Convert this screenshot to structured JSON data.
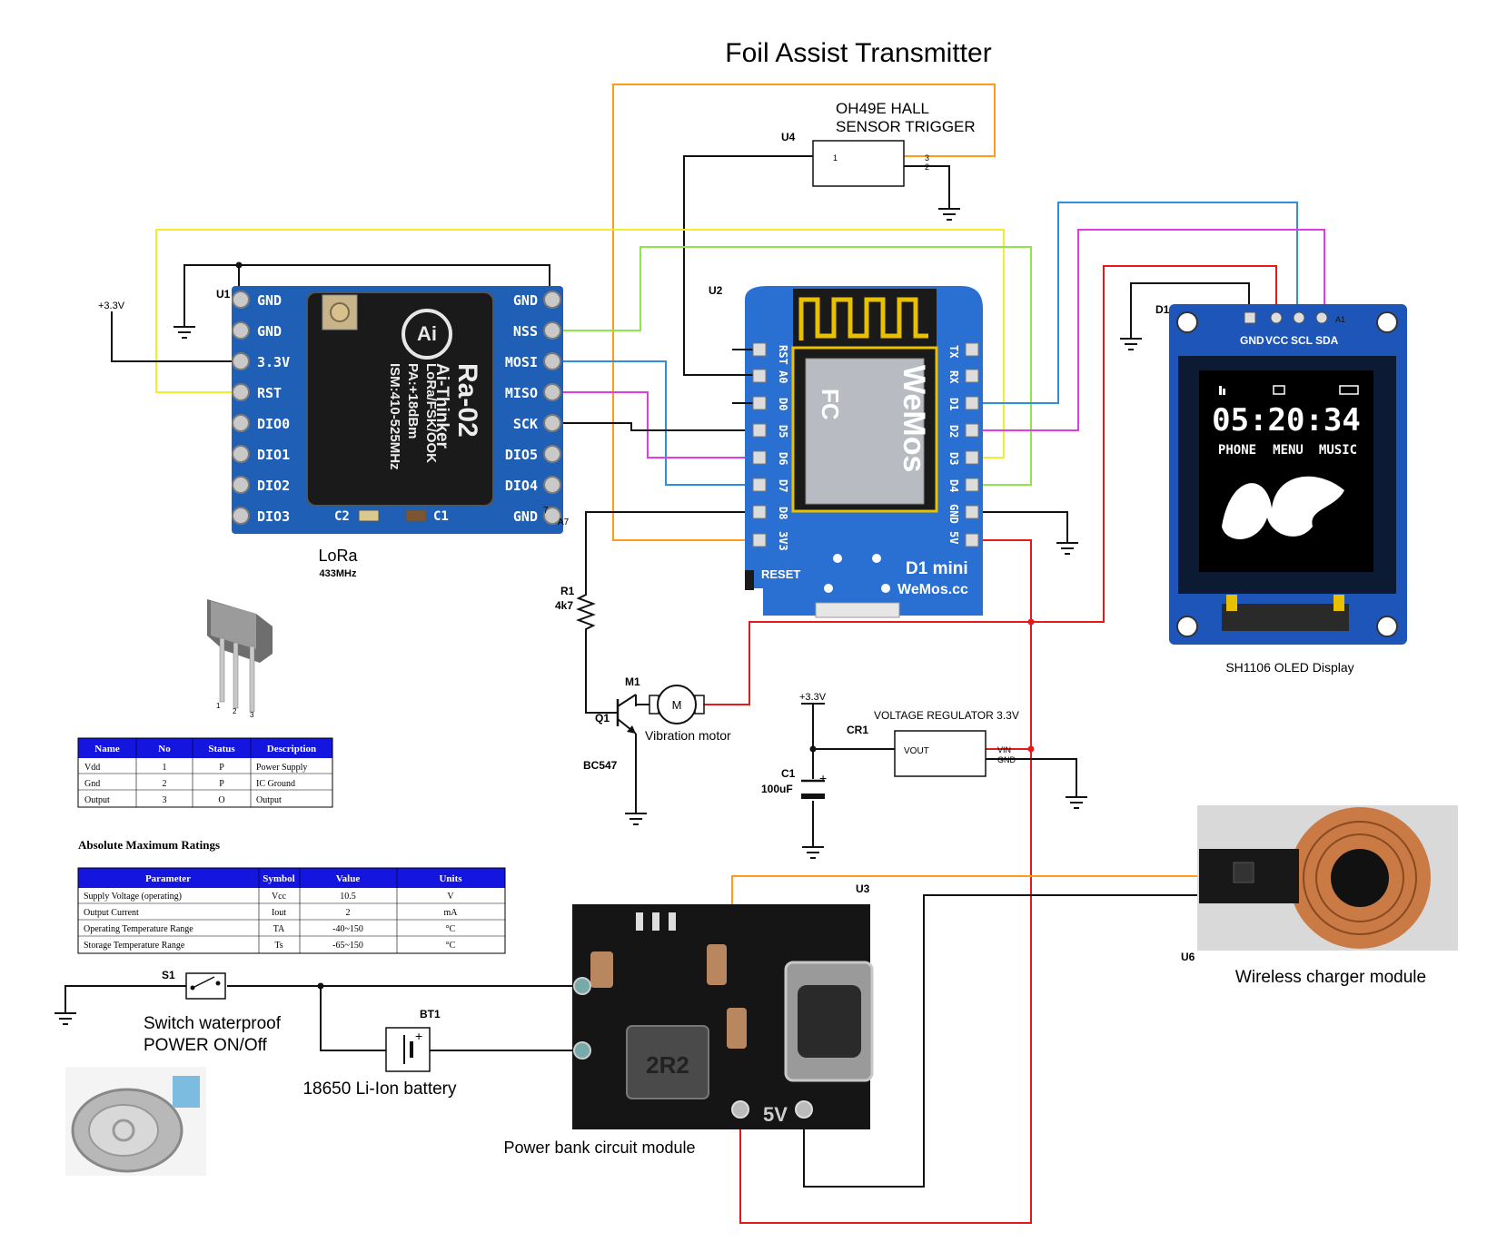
{
  "title": "Foil Assist Transmitter",
  "hall_sensor": {
    "ref": "U4",
    "label_line1": "OH49E HALL",
    "label_line2": "SENSOR TRIGGER",
    "pin1": "1",
    "pin3": "3",
    "pin2": "2"
  },
  "lora": {
    "ref": "U1",
    "left_pins": [
      "GND",
      "GND",
      "3.3V",
      "RST",
      "DIO0",
      "DIO1",
      "DIO2",
      "DIO3"
    ],
    "right_pins": [
      "GND",
      "NSS",
      "MOSI",
      "MISO",
      "SCK",
      "DIO5",
      "DIO4",
      "GND"
    ],
    "chip_lines": [
      "Ra-02",
      "Ai-Thinker",
      "ISM:410-525MHz",
      "PA:+18dBm",
      "LoRa/FSK/OOK"
    ],
    "c2": "C2",
    "c1": "C1",
    "a7": "A7",
    "num7": "7",
    "caption": "LoRa",
    "caption_sub": "433MHz",
    "supply_label": "+3.3V"
  },
  "d1mini": {
    "ref": "U2",
    "left_pins": [
      "RST",
      "A0",
      "D0",
      "D5",
      "D6",
      "D7",
      "D8",
      "3V3"
    ],
    "right_pins": [
      "TX",
      "RX",
      "D1",
      "D2",
      "D3",
      "D4",
      "GND",
      "5V"
    ],
    "reset": "RESET",
    "name": "D1 mini",
    "brand": "WeMos.cc",
    "module_brand": "WeMos",
    "fc": "FC"
  },
  "oled": {
    "ref": "D1",
    "pins": [
      "GND",
      "VCC",
      "SCL",
      "SDA"
    ],
    "a1": "A1",
    "time": "05:20:34",
    "menu": [
      "PHONE",
      "MENU",
      "MUSIC"
    ],
    "caption": "SH1106 OLED Display"
  },
  "resistor": {
    "ref": "R1",
    "value": "4k7"
  },
  "motor": {
    "ref": "M1",
    "symbol": "M",
    "caption": "Vibration motor"
  },
  "transistor": {
    "ref": "Q1",
    "part": "BC547"
  },
  "regulator": {
    "supply": "+3.3V",
    "title": "VOLTAGE REGULATOR 3.3V",
    "ref": "CR1",
    "vout": "VOUT",
    "vin": "VIN",
    "gnd": "GND"
  },
  "capacitor": {
    "ref": "C1",
    "value": "100uF",
    "plus": "+"
  },
  "pin_table": {
    "headers": [
      "Name",
      "No",
      "Status",
      "Description"
    ],
    "rows": [
      [
        "Vdd",
        "1",
        "P",
        "Power Supply"
      ],
      [
        "Gnd",
        "2",
        "P",
        "IC Ground"
      ],
      [
        "Output",
        "3",
        "O",
        "Output"
      ]
    ]
  },
  "ratings": {
    "title": "Absolute Maximum Ratings",
    "headers": [
      "Parameter",
      "Symbol",
      "Value",
      "Units"
    ],
    "rows": [
      [
        "Supply Voltage (operating)",
        "Vcc",
        "10.5",
        "V"
      ],
      [
        "Output Current",
        "Iout",
        "2",
        "mA"
      ],
      [
        "Operating Temperature Range",
        "TA",
        "-40~150",
        "°C"
      ],
      [
        "Storage Temperature Range",
        "Ts",
        "-65~150",
        "°C"
      ]
    ]
  },
  "sensor_pins": [
    "1",
    "2",
    "3"
  ],
  "switch": {
    "ref": "S1",
    "caption_line1": "Switch waterproof",
    "caption_line2": "POWER ON/Off"
  },
  "battery": {
    "ref": "BT1",
    "caption": "18650 Li-Ion battery"
  },
  "powerbank": {
    "ref": "U3",
    "caption": "Power bank circuit module",
    "chip": "2R2",
    "label_5v": "5V"
  },
  "charger": {
    "ref": "U6",
    "caption": "Wireless charger module"
  },
  "colors": {
    "lora_board": "#1f5fb5",
    "d1_board": "#2a6fd2",
    "oled_board": "#1e55b8",
    "wire_orange": "#ff9a1a",
    "wire_yellow": "#f3ee2b",
    "wire_green": "#8ee64a",
    "wire_blue": "#2e8fe0",
    "wire_magenta": "#e23ae6",
    "wire_red": "#e81818",
    "table_header": "#1515e0"
  }
}
